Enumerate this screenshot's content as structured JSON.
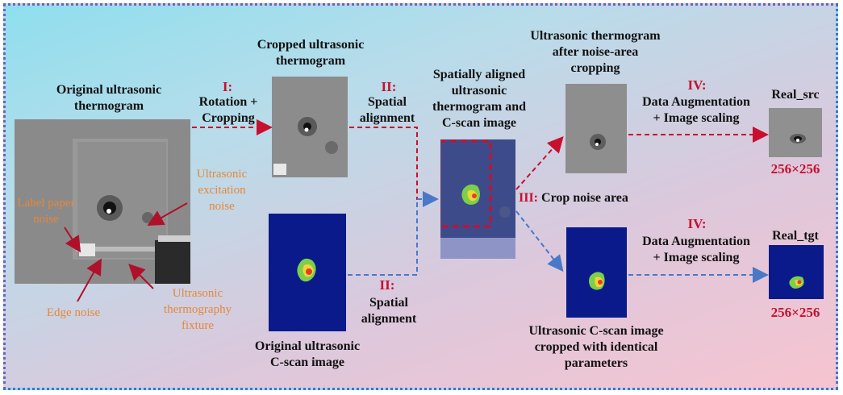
{
  "labels": {
    "original_thermogram": "Original ultrasonic\nthermogram",
    "cropped_thermogram": "Cropped ultrasonic\nthermogram",
    "spatially_aligned": "Spatially aligned\nultrasonic\nthermogram and\nC-scan image",
    "thermogram_after_crop": "Ultrasonic thermogram\nafter noise-area\ncropping",
    "original_cscan": "Original ultrasonic\nC-scan image",
    "cscan_cropped": "Ultrasonic C-scan image\ncropped with identical\nparameters",
    "real_src": "Real_src",
    "real_tgt": "Real_tgt",
    "size_src": "256×256",
    "size_tgt": "256×256"
  },
  "steps": {
    "step1_num": "I:",
    "step1_text": "Rotation +\nCropping",
    "step2a_num": "II:",
    "step2a_text": "Spatial\nalignment",
    "step2b_num": "II:",
    "step2b_text": "Spatial\nalignment",
    "step3_num": "III:",
    "step3_text": " Crop noise area",
    "step4a_num": "IV:",
    "step4a_text": "Data  Augmentation\n+ Image scaling",
    "step4b_num": "IV:",
    "step4b_text": "Data  Augmentation\n+ Image scaling"
  },
  "annotations": {
    "label_paper_noise": "Label paper\nnoise",
    "excitation_noise": "Ultrasonic\nexcitation\nnoise",
    "edge_noise": "Edge noise",
    "fixture": "Ultrasonic\nthermography\nfixture"
  },
  "colors": {
    "red_arrow": "#c8102e",
    "blue_arrow": "#4a78c8",
    "annotation_orange": "#e5883a",
    "cscan_background": "#0a1a8a"
  }
}
